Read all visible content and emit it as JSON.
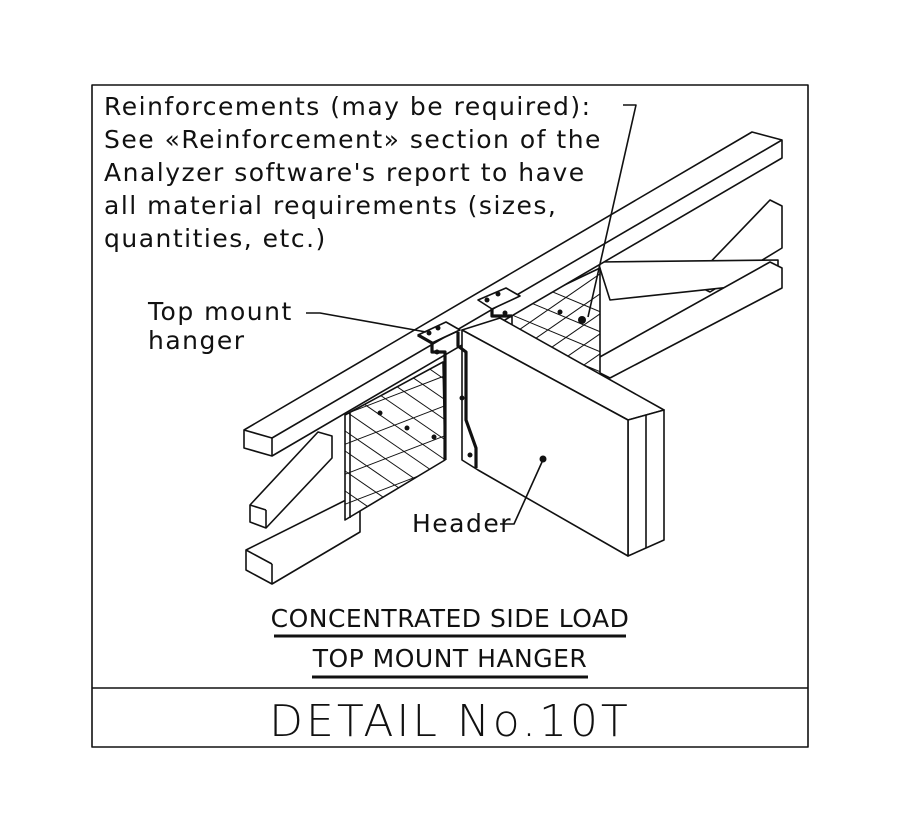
{
  "notes": {
    "reinforcement_lines": [
      "Reinforcements (may be required):",
      "See «Reinforcement» section of the",
      "Analyzer software's report to have",
      "all material requirements (sizes,",
      "quantities, etc.)"
    ],
    "hanger_lines": [
      "Top mount",
      "hanger"
    ],
    "header_label": "Header"
  },
  "captions": {
    "line1": "CONCENTRATED SIDE LOAD",
    "line2": "TOP MOUNT HANGER"
  },
  "title_block": {
    "detail": "DETAIL No.10T"
  },
  "colors": {
    "ink": "#111111",
    "paper": "#ffffff"
  }
}
